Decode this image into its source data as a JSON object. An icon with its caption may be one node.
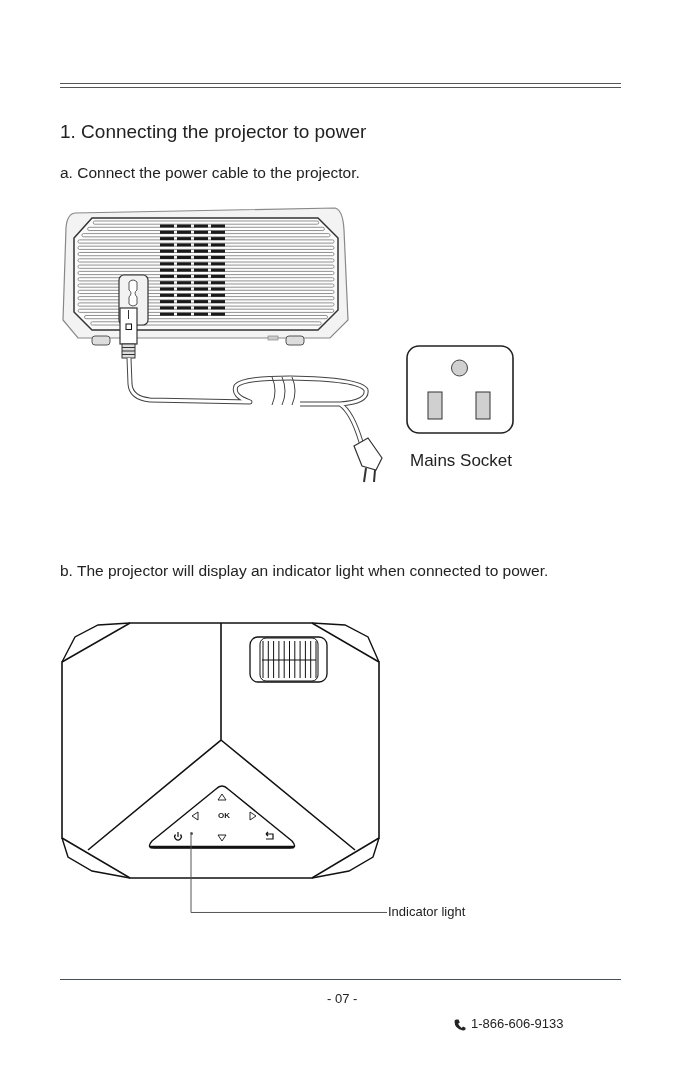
{
  "diagram": {
    "title": "1. Connecting the projector to power",
    "nodes": [
      {
        "text": [
          "Indicator light"
        ]
      },
      {
        "text": [],
        "shape": "circle"
      }
    ],
    "edges": [
      {
        "from": 0,
        "to": 1,
        "arrow": "none"
      }
    ],
    "labels": [
      "a. Connect the power cable to the projector.",
      "Mains Socket",
      "b. The projector will display an indicator light when connected to power.",
      "OK",
      "- 07 -",
      "1-866-606-9133"
    ]
  }
}
